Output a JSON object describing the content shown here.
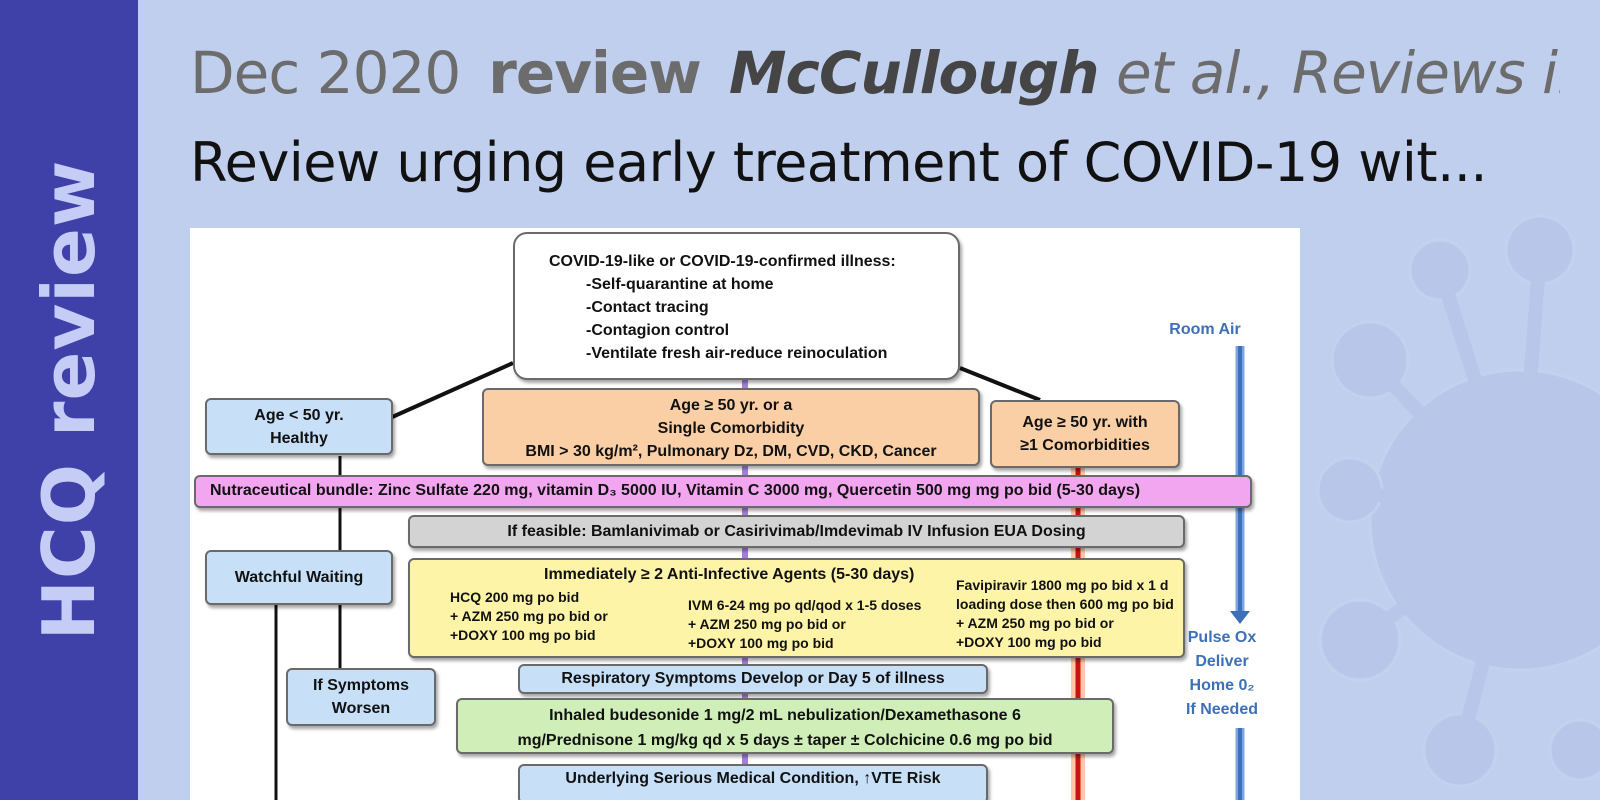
{
  "sidebar": {
    "label": "HCQ review"
  },
  "header": {
    "date": "Dec 2020",
    "type": "review",
    "author": "McCullough",
    "citation": "et al., Reviews in C..."
  },
  "title": "Review urging early treatment of COVID-19 wit...",
  "figure": {
    "top_box": {
      "heading": "COVID-19-like or COVID-19-confirmed illness:",
      "items": [
        "-Self-quarantine at home",
        "-Contact tracing",
        "-Contagion control",
        "-Ventilate fresh air-reduce reinoculation"
      ]
    },
    "age_young": [
      "Age < 50 yr.",
      "Healthy"
    ],
    "age_single": [
      "Age ≥ 50 yr.  or a",
      "Single Comorbidity",
      "BMI > 30 kg/m², Pulmonary Dz, DM, CVD, CKD, Cancer"
    ],
    "age_multi": [
      "Age ≥ 50 yr. with",
      "≥1 Comorbidities"
    ],
    "nutraceutical": "Nutraceutical bundle: Zinc Sulfate 220 mg, vitamin D₃ 5000 IU, Vitamin C 3000 mg, Quercetin 500 mg mg po bid (5-30 days)",
    "feasible": "If feasible:  Bamlanivimab or Casirivimab/Imdevimab IV Infusion EUA Dosing",
    "watchful": "Watchful Waiting",
    "anti_infective": {
      "heading": "Immediately ≥ 2 Anti-Infective Agents (5-30 days)",
      "hcq": [
        "HCQ 200 mg po bid",
        "+ AZM 250 mg po bid or",
        "+DOXY 100 mg po bid"
      ],
      "ivm": [
        "IVM 6-24 mg po qd/qod x 1-5 doses",
        "+ AZM 250 mg po bid or",
        "+DOXY 100 mg po bid"
      ],
      "favi": [
        "Favipiravir 1800 mg po bid  x 1 d",
        "loading dose then 600 mg po bid",
        "+ AZM 250 mg po bid or",
        "+DOXY 100 mg po bid"
      ]
    },
    "symptoms_worsen": [
      "If Symptoms",
      "Worsen"
    ],
    "respiratory": "Respiratory Symptoms Develop or Day 5 of illness",
    "inhaled": [
      "Inhaled budesonide 1 mg/2 mL nebulization/Dexamethasone 6",
      "mg/Prednisone 1 mg/kg qd x 5 days ± taper ± Colchicine 0.6 mg po bid"
    ],
    "underlying": "Underlying Serious Medical Condition, ↑VTE Risk",
    "room_air": "Room Air",
    "pulse_ox": [
      "Pulse Ox",
      "Deliver",
      "Home 0₂",
      "If Needed"
    ]
  },
  "colors": {
    "sidebar": "#3f41a8",
    "background": "#c1cfee",
    "arrow_blue": "#3f6fb6",
    "arrow_red": "#cc1111"
  }
}
